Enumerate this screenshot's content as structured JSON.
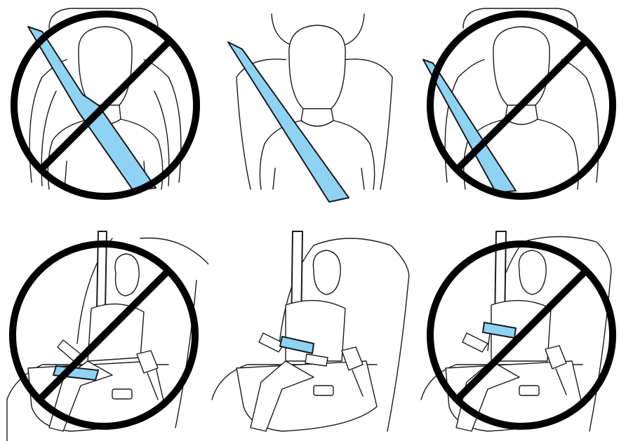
{
  "colors": {
    "belt": "#8fd3f4",
    "outline": "#1a1a1a",
    "prohibition": "#000000",
    "background": "#ffffff"
  },
  "panels": [
    {
      "id": "p1",
      "icon": "adult-belt-across-neck-icon",
      "status": "incorrect",
      "prohibited": true
    },
    {
      "id": "p2",
      "icon": "adult-belt-correct-icon",
      "status": "correct",
      "prohibited": false
    },
    {
      "id": "p3",
      "icon": "adult-belt-off-shoulder-icon",
      "status": "incorrect",
      "prohibited": true
    },
    {
      "id": "p4",
      "icon": "child-booster-belt-low-icon",
      "status": "incorrect",
      "prohibited": true
    },
    {
      "id": "p5",
      "icon": "child-booster-belt-correct-icon",
      "status": "correct",
      "prohibited": false
    },
    {
      "id": "p6",
      "icon": "child-booster-belt-high-icon",
      "status": "incorrect",
      "prohibited": true
    }
  ]
}
